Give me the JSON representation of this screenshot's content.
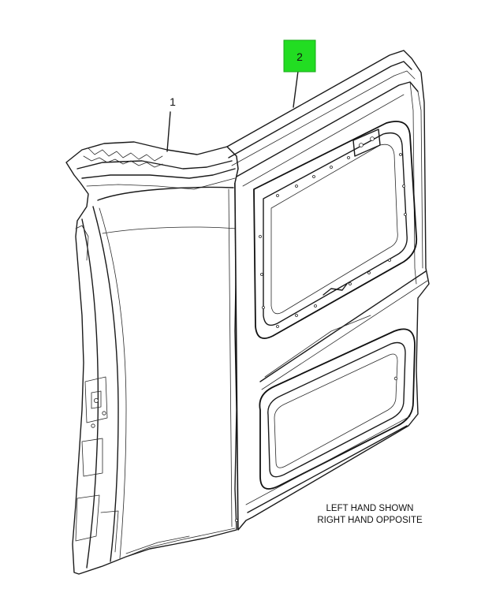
{
  "callouts": [
    {
      "id": "1",
      "label": "1",
      "highlight": false
    },
    {
      "id": "2",
      "label": "2",
      "highlight": true
    }
  ],
  "colors": {
    "highlight_box": "#22dd22",
    "highlight_box_border": "#1aa81a",
    "line": "#1a1a1a"
  },
  "note": {
    "line1": "LEFT HAND SHOWN",
    "line2": "RIGHT HAND OPPOSITE"
  }
}
